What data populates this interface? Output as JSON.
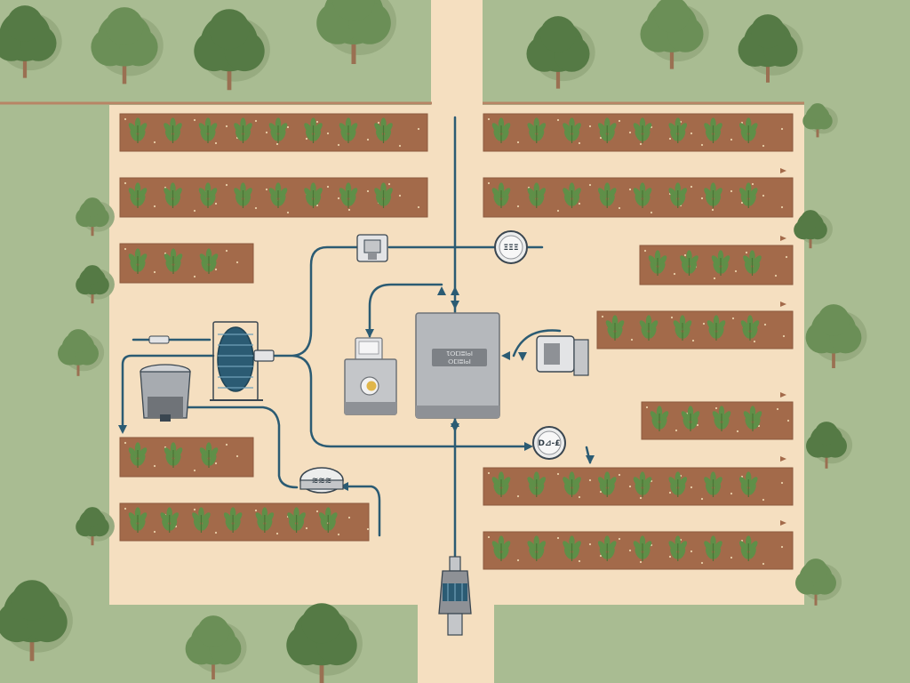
{
  "colors": {
    "grass": "#a9bc92",
    "ground": "#f5dfc0",
    "soil": "#a36a4a",
    "soil_edge": "#8c5a3e",
    "plant": "#5f8f48",
    "pipe": "#2b5b73",
    "tree_canopy": "#6b8f57",
    "tree_canopy_dark": "#557a45",
    "tree_trunk": "#9a7052",
    "equipment": "#c4c6c9",
    "equipment_dark": "#8e9196",
    "panel_body": "#b5b8bc"
  },
  "diagram": {
    "controller": {
      "label_line1": "Ɩ​ⵔⵎⵏⵓⵏⴰⵏ",
      "label_line2": "ⵔⵎⵏⵓⵏⴰⵏ"
    },
    "gauge_top": {
      "label": "ΞΞΞ"
    },
    "gauge_bottom": {
      "label": "D⊿-£"
    },
    "gauge_lower_left": {
      "label": "≋≋≋"
    }
  }
}
